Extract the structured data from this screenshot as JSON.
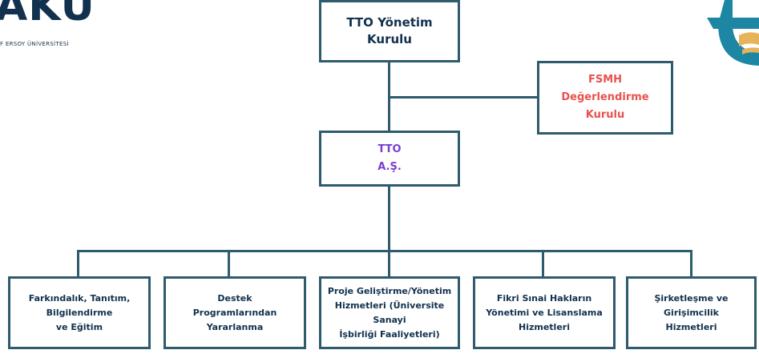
{
  "logo_left": {
    "mark": "AKÜ",
    "subtitle": "F ERSOY ÜNİVERSİTESİ"
  },
  "logo_right": {
    "icon": "tto-logo-icon"
  },
  "colors": {
    "line": "#2e5b6d",
    "top": "#11314e",
    "red": "#e8524d",
    "purple": "#7a3fd0",
    "dark": "#11314e"
  },
  "nodes": {
    "board": "TTO Yönetim\nKurulu",
    "fsmh": "FSMH\nDeğerlendirme\nKurulu",
    "tto": "TTO\nA.Ş.",
    "services": [
      "Farkındalık, Tanıtım,\nBilgilendirme\nve Eğitim",
      "Destek\nProgramlarından\nYararlanma",
      "Proje Geliştirme/Yönetim\nHizmetleri (Üniversite\nSanayi\nİşbirliği Faaliyetleri)",
      "Fikri Sınai Hakların\nYönetimi ve Lisanslama\nHizmetleri",
      "Şirketleşme ve\nGirişimcilik\nHizmetleri"
    ]
  }
}
